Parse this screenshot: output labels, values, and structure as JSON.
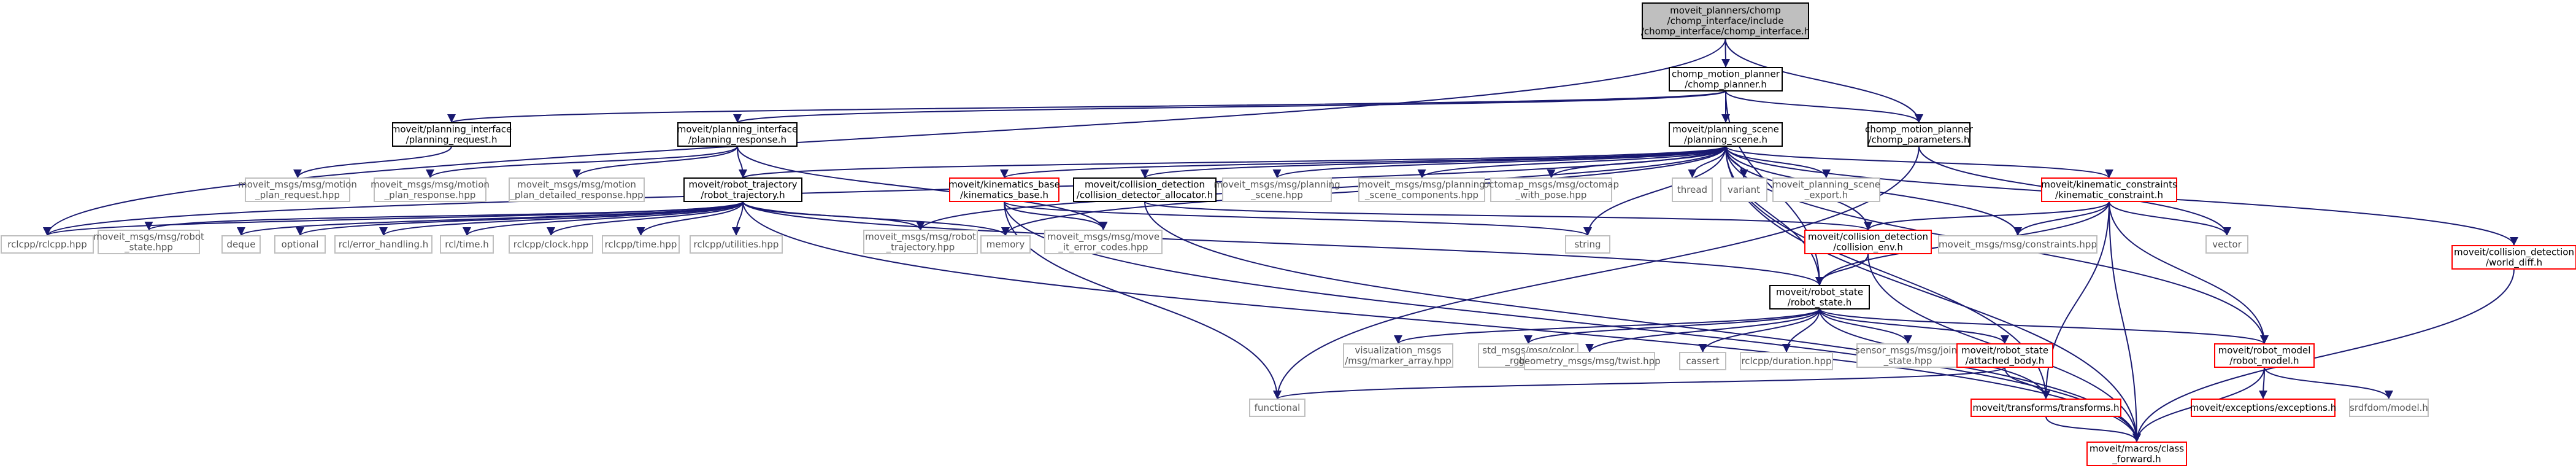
{
  "diagram": {
    "kind": "include-dependency-graph",
    "colors": {
      "edge": "#191970",
      "focus_fill": "#bfbfbf",
      "documented_border": "#000000",
      "missing_border": "#ff0000",
      "external_border": "#bfbfbf",
      "external_text": "#555555",
      "text": "#000000"
    },
    "nodes": [
      {
        "id": "root",
        "style": "focus",
        "lines": [
          "moveit_planners/chomp",
          "/chomp_interface/include",
          "/chomp_interface/chomp_interface.h"
        ]
      },
      {
        "id": "chomp_planner",
        "style": "documented",
        "lines": [
          "chomp_motion_planner",
          "/chomp_planner.h"
        ]
      },
      {
        "id": "chomp_params",
        "style": "documented",
        "lines": [
          "chomp_motion_planner",
          "/chomp_parameters.h"
        ]
      },
      {
        "id": "planning_request",
        "style": "documented",
        "lines": [
          "moveit/planning_interface",
          "/planning_request.h"
        ]
      },
      {
        "id": "planning_response",
        "style": "documented",
        "lines": [
          "moveit/planning_interface",
          "/planning_response.h"
        ]
      },
      {
        "id": "planning_scene",
        "style": "documented",
        "lines": [
          "moveit/planning_scene",
          "/planning_scene.h"
        ]
      },
      {
        "id": "motion_plan_request",
        "style": "external",
        "lines": [
          "moveit_msgs/msg/motion",
          "_plan_request.hpp"
        ]
      },
      {
        "id": "motion_plan_response",
        "style": "external",
        "lines": [
          "moveit_msgs/msg/motion",
          "_plan_response.hpp"
        ]
      },
      {
        "id": "motion_plan_detailed",
        "style": "external",
        "lines": [
          "moveit_msgs/msg/motion",
          "_plan_detailed_response.hpp"
        ]
      },
      {
        "id": "robot_trajectory",
        "style": "documented",
        "lines": [
          "moveit/robot_trajectory",
          "/robot_trajectory.h"
        ]
      },
      {
        "id": "kinematics_base",
        "style": "missing",
        "lines": [
          "moveit/kinematics_base",
          "/kinematics_base.h"
        ]
      },
      {
        "id": "collision_allocator",
        "style": "documented",
        "lines": [
          "moveit/collision_detection",
          "/collision_detector_allocator.h"
        ]
      },
      {
        "id": "planning_scene_hpp",
        "style": "external",
        "lines": [
          "moveit_msgs/msg/planning",
          "_scene.hpp"
        ]
      },
      {
        "id": "planning_scene_components",
        "style": "external",
        "lines": [
          "moveit_msgs/msg/planning",
          "_scene_components.hpp"
        ]
      },
      {
        "id": "octomap",
        "style": "external",
        "lines": [
          "octomap_msgs/msg/octomap",
          "_with_pose.hpp"
        ]
      },
      {
        "id": "thread",
        "style": "external",
        "lines": [
          "thread"
        ]
      },
      {
        "id": "variant",
        "style": "external",
        "lines": [
          "variant"
        ]
      },
      {
        "id": "planning_scene_export",
        "style": "external",
        "lines": [
          "moveit_planning_scene",
          "_export.h"
        ]
      },
      {
        "id": "kinematic_constraint",
        "style": "missing",
        "lines": [
          "moveit/kinematic_constraints",
          "/kinematic_constraint.h"
        ]
      },
      {
        "id": "world_diff",
        "style": "missing",
        "lines": [
          "moveit/collision_detection",
          "/world_diff.h"
        ]
      },
      {
        "id": "rclcpp",
        "style": "external",
        "lines": [
          "rclcpp/rclcpp.hpp"
        ]
      },
      {
        "id": "robot_state_hpp",
        "style": "external",
        "lines": [
          "moveit_msgs/msg/robot",
          "_state.hpp"
        ]
      },
      {
        "id": "deque",
        "style": "external",
        "lines": [
          "deque"
        ]
      },
      {
        "id": "optional",
        "style": "external",
        "lines": [
          "optional"
        ]
      },
      {
        "id": "rcl_error",
        "style": "external",
        "lines": [
          "rcl/error_handling.h"
        ]
      },
      {
        "id": "rcl_time",
        "style": "external",
        "lines": [
          "rcl/time.h"
        ]
      },
      {
        "id": "rclcpp_clock",
        "style": "external",
        "lines": [
          "rclcpp/clock.hpp"
        ]
      },
      {
        "id": "rclcpp_time",
        "style": "external",
        "lines": [
          "rclcpp/time.hpp"
        ]
      },
      {
        "id": "rclcpp_utilities",
        "style": "external",
        "lines": [
          "rclcpp/utilities.hpp"
        ]
      },
      {
        "id": "robot_trajectory_hpp",
        "style": "external",
        "lines": [
          "moveit_msgs/msg/robot",
          "_trajectory.hpp"
        ]
      },
      {
        "id": "memory",
        "style": "external",
        "lines": [
          "memory"
        ]
      },
      {
        "id": "move_it_error_codes",
        "style": "external",
        "lines": [
          "moveit_msgs/msg/move",
          "_it_error_codes.hpp"
        ]
      },
      {
        "id": "string",
        "style": "external",
        "lines": [
          "string"
        ]
      },
      {
        "id": "collision_env",
        "style": "missing",
        "lines": [
          "moveit/collision_detection",
          "/collision_env.h"
        ]
      },
      {
        "id": "constraints_hpp",
        "style": "external",
        "lines": [
          "moveit_msgs/msg/constraints.hpp"
        ]
      },
      {
        "id": "vector",
        "style": "external",
        "lines": [
          "vector"
        ]
      },
      {
        "id": "robot_state",
        "style": "documented",
        "lines": [
          "moveit/robot_state",
          "/robot_state.h"
        ]
      },
      {
        "id": "marker_array",
        "style": "external",
        "lines": [
          "visualization_msgs",
          "/msg/marker_array.hpp"
        ]
      },
      {
        "id": "color_rgba",
        "style": "external",
        "lines": [
          "std_msgs/msg/color",
          "_rgba.hpp"
        ]
      },
      {
        "id": "twist",
        "style": "external",
        "lines": [
          "geometry_msgs/msg/twist.hpp"
        ]
      },
      {
        "id": "cassert",
        "style": "external",
        "lines": [
          "cassert"
        ]
      },
      {
        "id": "rclcpp_duration",
        "style": "external",
        "lines": [
          "rclcpp/duration.hpp"
        ]
      },
      {
        "id": "joint_state",
        "style": "external",
        "lines": [
          "sensor_msgs/msg/joint",
          "_state.hpp"
        ]
      },
      {
        "id": "attached_body",
        "style": "missing",
        "lines": [
          "moveit/robot_state",
          "/attached_body.h"
        ]
      },
      {
        "id": "robot_model",
        "style": "missing",
        "lines": [
          "moveit/robot_model",
          "/robot_model.h"
        ]
      },
      {
        "id": "functional",
        "style": "external",
        "lines": [
          "functional"
        ]
      },
      {
        "id": "transforms",
        "style": "missing",
        "lines": [
          "moveit/transforms/transforms.h"
        ]
      },
      {
        "id": "exceptions",
        "style": "missing",
        "lines": [
          "moveit/exceptions/exceptions.h"
        ]
      },
      {
        "id": "srdfdom",
        "style": "external",
        "lines": [
          "srdfdom/model.h"
        ]
      },
      {
        "id": "class_forward",
        "style": "missing",
        "lines": [
          "moveit/macros/class",
          "_forward.h"
        ]
      }
    ],
    "edges": [
      [
        "root",
        "chomp_planner"
      ],
      [
        "root",
        "chomp_params"
      ],
      [
        "root",
        "rclcpp"
      ],
      [
        "chomp_planner",
        "planning_request"
      ],
      [
        "chomp_planner",
        "planning_response"
      ],
      [
        "chomp_planner",
        "planning_scene"
      ],
      [
        "chomp_planner",
        "chomp_params"
      ],
      [
        "chomp_planner",
        "robot_state"
      ],
      [
        "planning_request",
        "motion_plan_request"
      ],
      [
        "planning_response",
        "motion_plan_response"
      ],
      [
        "planning_response",
        "motion_plan_detailed"
      ],
      [
        "planning_response",
        "robot_trajectory"
      ],
      [
        "planning_response",
        "move_it_error_codes"
      ],
      [
        "chomp_params",
        "vector"
      ],
      [
        "chomp_params",
        "functional"
      ],
      [
        "planning_scene",
        "robot_trajectory"
      ],
      [
        "planning_scene",
        "kinematics_base"
      ],
      [
        "planning_scene",
        "collision_allocator"
      ],
      [
        "planning_scene",
        "planning_scene_hpp"
      ],
      [
        "planning_scene",
        "planning_scene_components"
      ],
      [
        "planning_scene",
        "octomap"
      ],
      [
        "planning_scene",
        "thread"
      ],
      [
        "planning_scene",
        "variant"
      ],
      [
        "planning_scene",
        "planning_scene_export"
      ],
      [
        "planning_scene",
        "kinematic_constraint"
      ],
      [
        "planning_scene",
        "world_diff"
      ],
      [
        "planning_scene",
        "rclcpp"
      ],
      [
        "planning_scene",
        "robot_trajectory_hpp"
      ],
      [
        "planning_scene",
        "memory"
      ],
      [
        "planning_scene",
        "string"
      ],
      [
        "planning_scene",
        "collision_env"
      ],
      [
        "planning_scene",
        "constraints_hpp"
      ],
      [
        "planning_scene",
        "robot_state"
      ],
      [
        "planning_scene",
        "robot_model"
      ],
      [
        "planning_scene",
        "transforms"
      ],
      [
        "planning_scene",
        "class_forward"
      ],
      [
        "robot_trajectory",
        "rclcpp"
      ],
      [
        "robot_trajectory",
        "robot_state_hpp"
      ],
      [
        "robot_trajectory",
        "deque"
      ],
      [
        "robot_trajectory",
        "optional"
      ],
      [
        "robot_trajectory",
        "rcl_error"
      ],
      [
        "robot_trajectory",
        "rcl_time"
      ],
      [
        "robot_trajectory",
        "rclcpp_clock"
      ],
      [
        "robot_trajectory",
        "rclcpp_time"
      ],
      [
        "robot_trajectory",
        "rclcpp_utilities"
      ],
      [
        "robot_trajectory",
        "robot_trajectory_hpp"
      ],
      [
        "robot_trajectory",
        "memory"
      ],
      [
        "robot_trajectory",
        "robot_state"
      ],
      [
        "robot_trajectory",
        "class_forward"
      ],
      [
        "kinematics_base",
        "move_it_error_codes"
      ],
      [
        "kinematics_base",
        "string"
      ],
      [
        "kinematics_base",
        "functional"
      ],
      [
        "kinematics_base",
        "class_forward"
      ],
      [
        "collision_allocator",
        "collision_env"
      ],
      [
        "collision_allocator",
        "class_forward"
      ],
      [
        "kinematic_constraint",
        "collision_env"
      ],
      [
        "kinematic_constraint",
        "constraints_hpp"
      ],
      [
        "kinematic_constraint",
        "vector"
      ],
      [
        "kinematic_constraint",
        "robot_state"
      ],
      [
        "kinematic_constraint",
        "robot_model"
      ],
      [
        "kinematic_constraint",
        "transforms"
      ],
      [
        "kinematic_constraint",
        "class_forward"
      ],
      [
        "world_diff",
        "class_forward"
      ],
      [
        "collision_env",
        "robot_state"
      ],
      [
        "collision_env",
        "class_forward"
      ],
      [
        "robot_state",
        "marker_array"
      ],
      [
        "robot_state",
        "color_rgba"
      ],
      [
        "robot_state",
        "twist"
      ],
      [
        "robot_state",
        "cassert"
      ],
      [
        "robot_state",
        "rclcpp_duration"
      ],
      [
        "robot_state",
        "joint_state"
      ],
      [
        "robot_state",
        "attached_body"
      ],
      [
        "robot_state",
        "robot_model"
      ],
      [
        "robot_state",
        "transforms"
      ],
      [
        "attached_body",
        "functional"
      ],
      [
        "attached_body",
        "transforms"
      ],
      [
        "robot_model",
        "exceptions"
      ],
      [
        "robot_model",
        "srdfdom"
      ],
      [
        "robot_model",
        "class_forward"
      ],
      [
        "transforms",
        "class_forward"
      ]
    ]
  }
}
